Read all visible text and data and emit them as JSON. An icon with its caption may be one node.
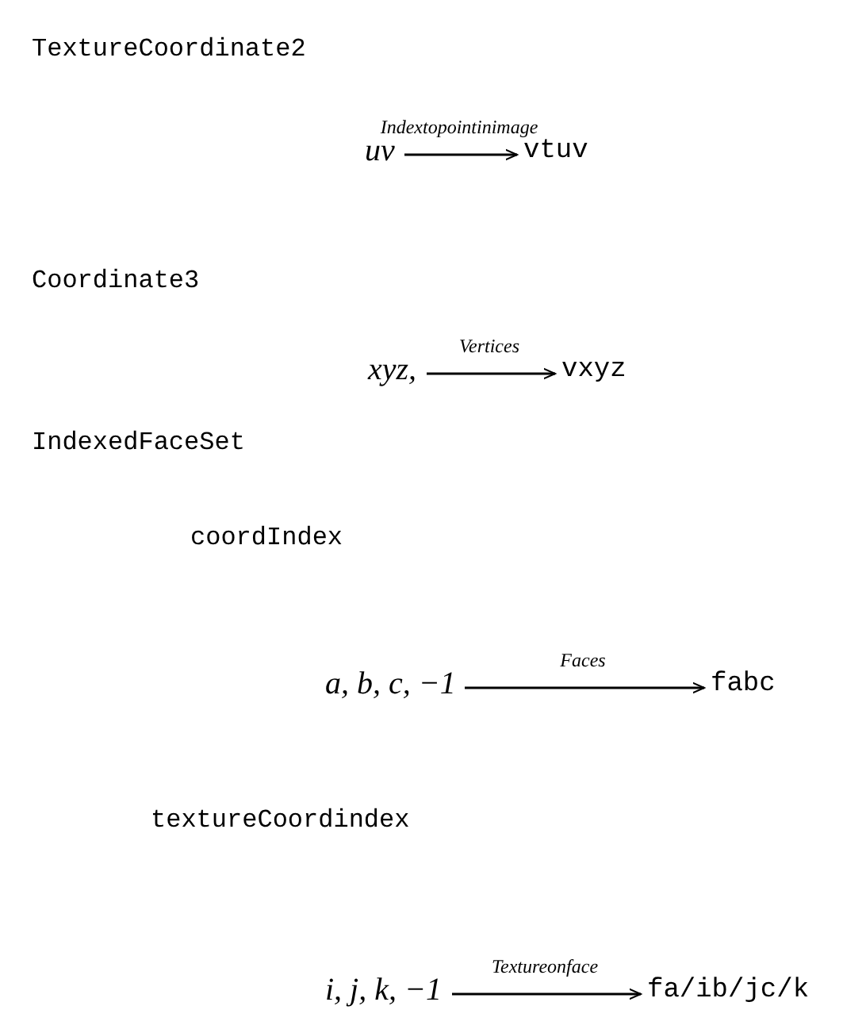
{
  "diagram": {
    "nodes": [
      {
        "text": [
          "uv"
        ]
      },
      {
        "text": [
          "vtuv"
        ]
      },
      {
        "text": [
          "xyz,"
        ]
      },
      {
        "text": [
          "vxyz"
        ]
      },
      {
        "text": [
          "a, b, c, −1"
        ]
      },
      {
        "text": [
          "fabc"
        ]
      },
      {
        "text": [
          "i, j, k, −1"
        ]
      },
      {
        "text": [
          "fa/ib/jc/k"
        ]
      }
    ],
    "edges": [
      {
        "from": 0,
        "to": 1,
        "arrow": "to",
        "label": "Indextopointinimage"
      },
      {
        "from": 2,
        "to": 3,
        "arrow": "to",
        "label": "Vertices"
      },
      {
        "from": 4,
        "to": 5,
        "arrow": "to",
        "label": "Faces"
      },
      {
        "from": 6,
        "to": 7,
        "arrow": "to",
        "label": "Textureonface"
      }
    ],
    "labels": [
      "TextureCoordinate2",
      "Coordinate3",
      "IndexedFaceSet",
      "coordIndex",
      "textureCoordindex"
    ]
  }
}
